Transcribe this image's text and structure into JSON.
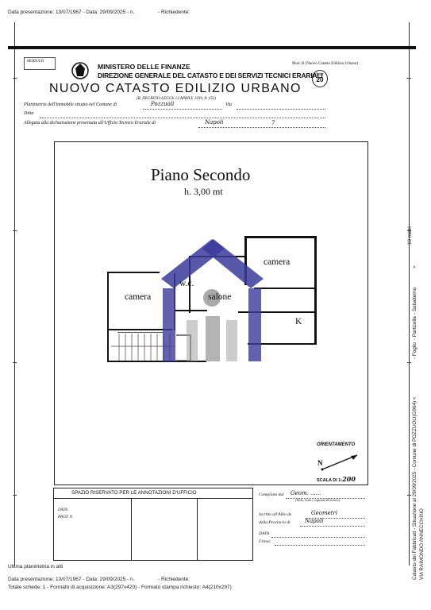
{
  "header_top": {
    "data_presentazione": "Data presentazione: 13/07/1967 - Data: 29/09/2025 - n.",
    "richiedente": "- Richiedente:"
  },
  "form": {
    "mod_code": "MODULO",
    "mod_b": "Mod. B (Nuovo Catasto Edilizio Urbano)",
    "ministry": "MINISTERO DELLE FINANZE",
    "direction": "DIREZIONE GENERALE DEL CATASTO E DEI SERVIZI TECNICI ERARIALI",
    "title": "NUOVO CATASTO EDILIZIO URBANO",
    "price_label": "Lire",
    "price_value": "20",
    "decree": "(R. DECRETO-LEGGE 13 APRILE 1939, N. 652)",
    "planimetria_label": "Planimetria dell'immobile situato nel Comune di",
    "comune_value": "Pozzuoli",
    "via_label": "Via",
    "ditta_label": "Ditta",
    "allegata_label": "Allegata alla dichiarazione presentata all'Ufficio Tecnico Erariale di",
    "ufficio_value": "Napoli",
    "allegata_num": "7"
  },
  "plan": {
    "title": "Piano Secondo",
    "height": "h. 3,00 mt",
    "rooms": {
      "camera_left": "camera",
      "camera_right": "camera",
      "wc": "w.c.",
      "salone": "salone",
      "kitchen": "K"
    },
    "orientamento": "ORIENTAMENTO",
    "north": "N",
    "scala_label": "SCALA DI 1:",
    "scala_value": "200"
  },
  "office": {
    "title": "SPAZIO RISERVATO PER LE ANNOTAZIONI D'UFFICIO",
    "data_label": "DATA",
    "prot_label": "PROT. N.",
    "compilata_label": "Compilata dal",
    "compilata_value": "Geom. ......",
    "compilata_sub": "(Titolo, nome e cognome del tecnico)",
    "iscritto_label": "Iscritto all'Albo de",
    "iscritto_value": "Geometri",
    "provincia_label": "della Provincia di",
    "provincia_value": "Napoli",
    "data2_label": "DATA",
    "firma_label": "Firma:"
  },
  "side": {
    "count": "10",
    "unit": "metri",
    "arrow": ">",
    "subalterno": "- Subalterno",
    "particella": "- Particella",
    "foglio": "- Foglio",
    "catasto_line": "Catasto dei Fabbricati - Situazione al 29/09/2025 - Comune di POZZUOLI(G964) <",
    "name_line": "VIA RAIMONDO ANNECCHINO"
  },
  "footer": {
    "ultima": "Ultima planimetria in atti",
    "data_presentazione": "Data presentazione: 13/07/1967 - Data: 29/09/2025 - n.",
    "richiedente": "- Richiedente:",
    "totale": "Totale schede: 1 - Formato di acquisizione: A3(297x420) - Formato stampa richiesto: A4(210x297)"
  },
  "colors": {
    "watermark": "#3b3b9c",
    "watermark_grey": "#9a9a9a"
  }
}
